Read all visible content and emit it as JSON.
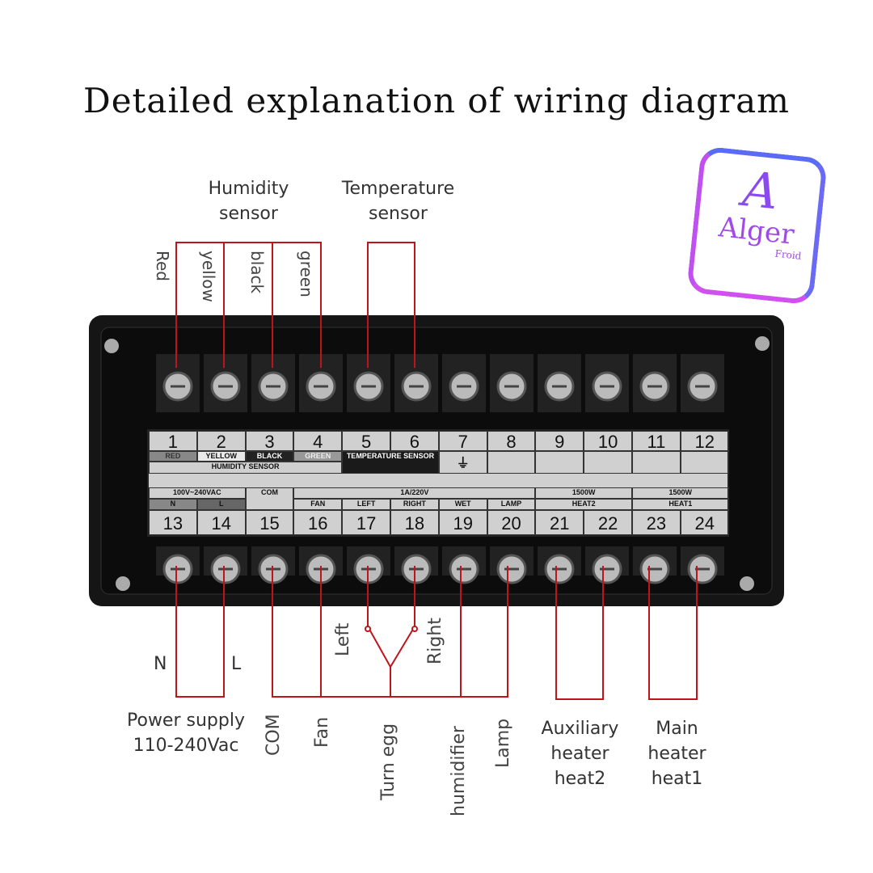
{
  "title": "Detailed explanation of wiring diagram",
  "logo": {
    "mark": "A",
    "name": "Alger",
    "sub": "Froid"
  },
  "sensors": {
    "humidity": "Humidity sensor",
    "temperature": "Temperature sensor"
  },
  "wire_colors": [
    "Red",
    "yellow",
    "black",
    "green"
  ],
  "panel": {
    "top_numbers": [
      "1",
      "2",
      "3",
      "4",
      "5",
      "6",
      "7",
      "8",
      "9",
      "10",
      "11",
      "12"
    ],
    "top_colors": [
      "RED",
      "YELLOW",
      "BLACK",
      "GREEN"
    ],
    "humidity_label": "HUMIDITY SENSOR",
    "temp_label": "TEMPERATURE SENSOR",
    "ground_symbol": "⏚",
    "voltage": "100V~240VAC",
    "n": "N",
    "l": "L",
    "com": "COM",
    "relay_rating": "1A/220V",
    "relays": [
      "FAN",
      "LEFT",
      "RIGHT",
      "WET",
      "LAMP"
    ],
    "heat2_power": "1500W",
    "heat2": "HEAT2",
    "heat1_power": "1500W",
    "heat1": "HEAT1",
    "bottom_numbers": [
      "13",
      "14",
      "15",
      "16",
      "17",
      "18",
      "19",
      "20",
      "21",
      "22",
      "23",
      "24"
    ]
  },
  "bottom": {
    "n": "N",
    "l": "L",
    "left": "Left",
    "right": "Right",
    "power": "Power supply",
    "power_v": "110-240Vac",
    "com": "COM",
    "fan": "Fan",
    "turn_egg": "Turn egg",
    "humidifier": "humidifier",
    "lamp": "Lamp",
    "aux1": "Auxiliary",
    "aux2": "heater",
    "aux3": "heat2",
    "main1": "Main",
    "main2": "heater",
    "main3": "heat1"
  },
  "colors": {
    "wire": "#c0141c",
    "body": "#111111",
    "panel": "#d0d0d0"
  }
}
